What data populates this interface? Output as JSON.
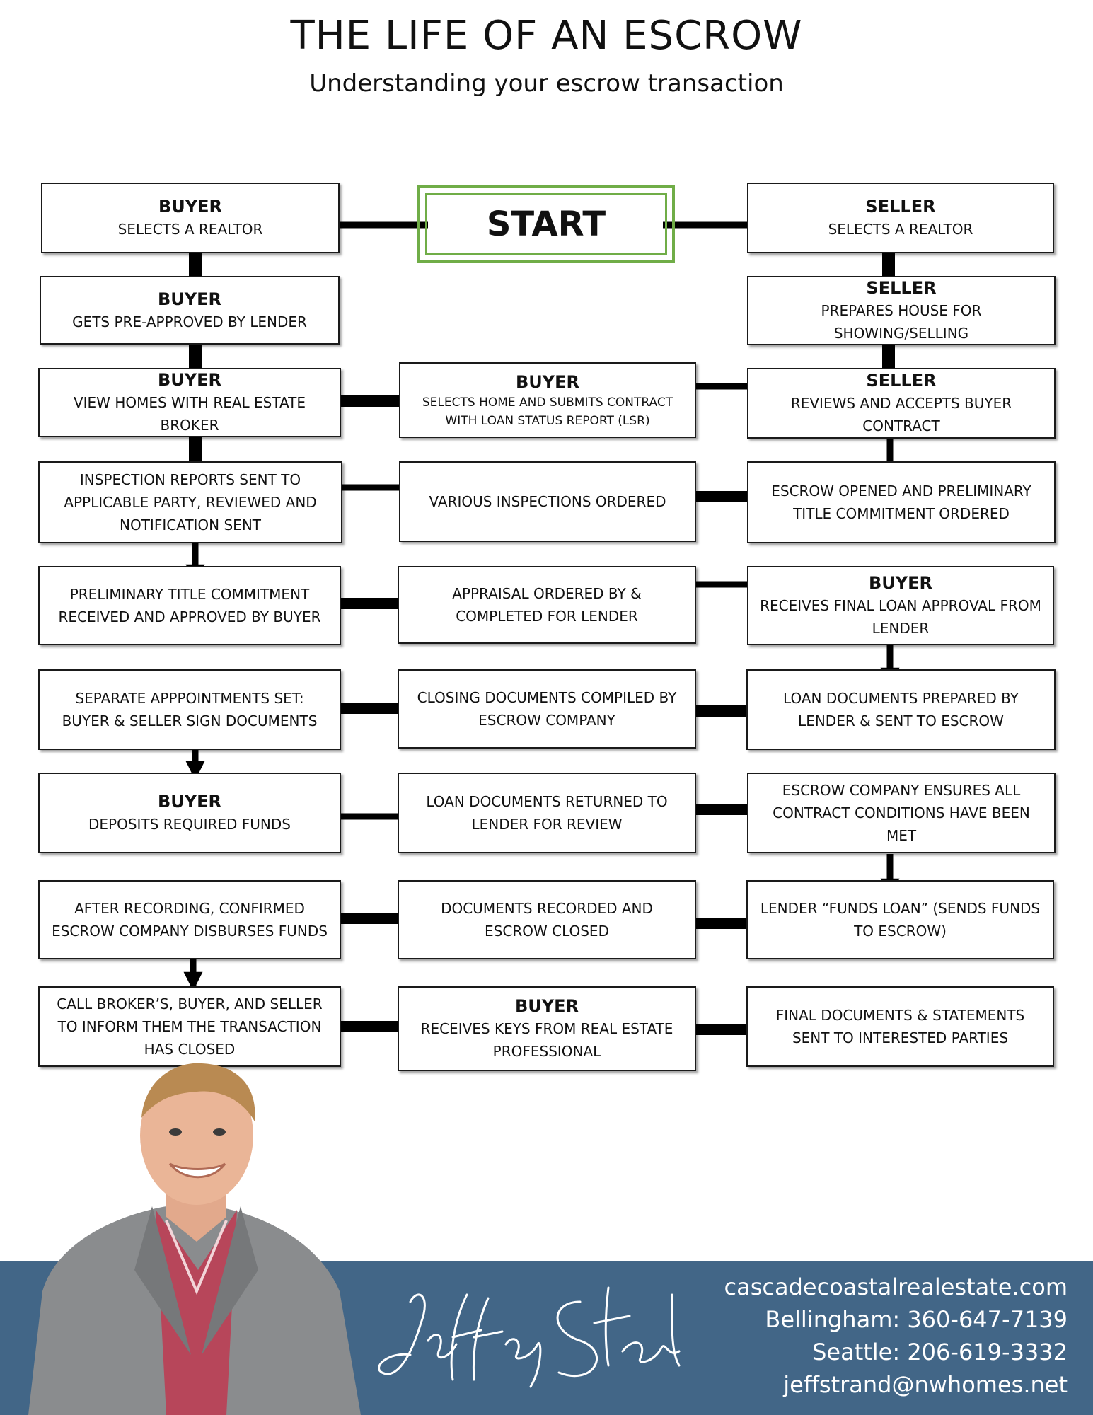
{
  "header": {
    "title": "THE LIFE OF AN ESCROW",
    "subtitle": "Understanding your escrow transaction"
  },
  "start": {
    "label": "START"
  },
  "boxes": {
    "buyer_realtor": {
      "head": "BUYER",
      "body": "SELECTS A REALTOR"
    },
    "seller_realtor": {
      "head": "SELLER",
      "body": "SELECTS A REALTOR"
    },
    "buyer_preapproved": {
      "head": "BUYER",
      "body": "GETS PRE-APPROVED BY LENDER"
    },
    "seller_prepares": {
      "head": "SELLER",
      "body": "PREPARES HOUSE FOR SHOWING/SELLING"
    },
    "buyer_view": {
      "head": "BUYER",
      "body": "VIEW HOMES WITH REAL ESTATE BROKER"
    },
    "buyer_selects": {
      "head": "BUYER",
      "body": "SELECTS HOME AND SUBMITS CONTRACT WITH LOAN STATUS REPORT (LSR)"
    },
    "seller_reviews": {
      "head": "SELLER",
      "body": "REVIEWS AND ACCEPTS BUYER CONTRACT"
    },
    "inspection_reports": {
      "body": "INSPECTION REPORTS SENT TO APPLICABLE PARTY, REVIEWED AND NOTIFICATION SENT"
    },
    "inspections_ordered": {
      "body": "VARIOUS INSPECTIONS ORDERED"
    },
    "escrow_opened": {
      "body": "ESCROW OPENED AND PRELIMINARY TITLE COMMITMENT ORDERED"
    },
    "prelim_title": {
      "body": "PRELIMINARY TITLE COMMITMENT RECEIVED AND APPROVED BY BUYER"
    },
    "appraisal": {
      "body": "APPRAISAL ORDERED BY & COMPLETED FOR LENDER"
    },
    "final_loan": {
      "head": "BUYER",
      "body": "RECEIVES FINAL LOAN APPROVAL FROM LENDER"
    },
    "appointments": {
      "body": "SEPARATE APPPOINTMENTS SET: BUYER & SELLER SIGN DOCUMENTS"
    },
    "closing_docs": {
      "body": "CLOSING DOCUMENTS COMPILED BY ESCROW COMPANY"
    },
    "loan_docs_prepared": {
      "body": "LOAN DOCUMENTS PREPARED BY LENDER & SENT TO ESCROW"
    },
    "deposits": {
      "head": "BUYER",
      "body": "DEPOSITS REQUIRED FUNDS"
    },
    "loan_docs_returned": {
      "body": "LOAN DOCUMENTS RETURNED TO LENDER FOR REVIEW"
    },
    "conditions_met": {
      "body": "ESCROW COMPANY ENSURES ALL CONTRACT CONDITIONS HAVE BEEN MET"
    },
    "disburses": {
      "body": "AFTER RECORDING, CONFIRMED ESCROW COMPANY DISBURSES FUNDS"
    },
    "recorded": {
      "body": "DOCUMENTS RECORDED AND ESCROW CLOSED"
    },
    "funds_loan": {
      "body": "LENDER “FUNDS LOAN” (SENDS FUNDS TO ESCROW)"
    },
    "call_brokers": {
      "body": "CALL BROKER’S, BUYER, AND SELLER TO INFORM THEM THE TRANSACTION HAS CLOSED"
    },
    "receives_keys": {
      "head": "BUYER",
      "body": "RECEIVES KEYS FROM REAL ESTATE PROFESSIONAL"
    },
    "final_documents": {
      "body": "FINAL DOCUMENTS & STATEMENTS SENT TO INTERESTED PARTIES"
    }
  },
  "footer": {
    "website": "cascadecoastalrealestate.com",
    "bellingham": "Bellingham: 360-647-7139",
    "seattle": "Seattle: 206-619-3332",
    "email": "jeffstrand@nwhomes.net",
    "signature": "Jeffrey Strand",
    "color": "#426687"
  },
  "colors": {
    "start_border": "#70ad47"
  }
}
